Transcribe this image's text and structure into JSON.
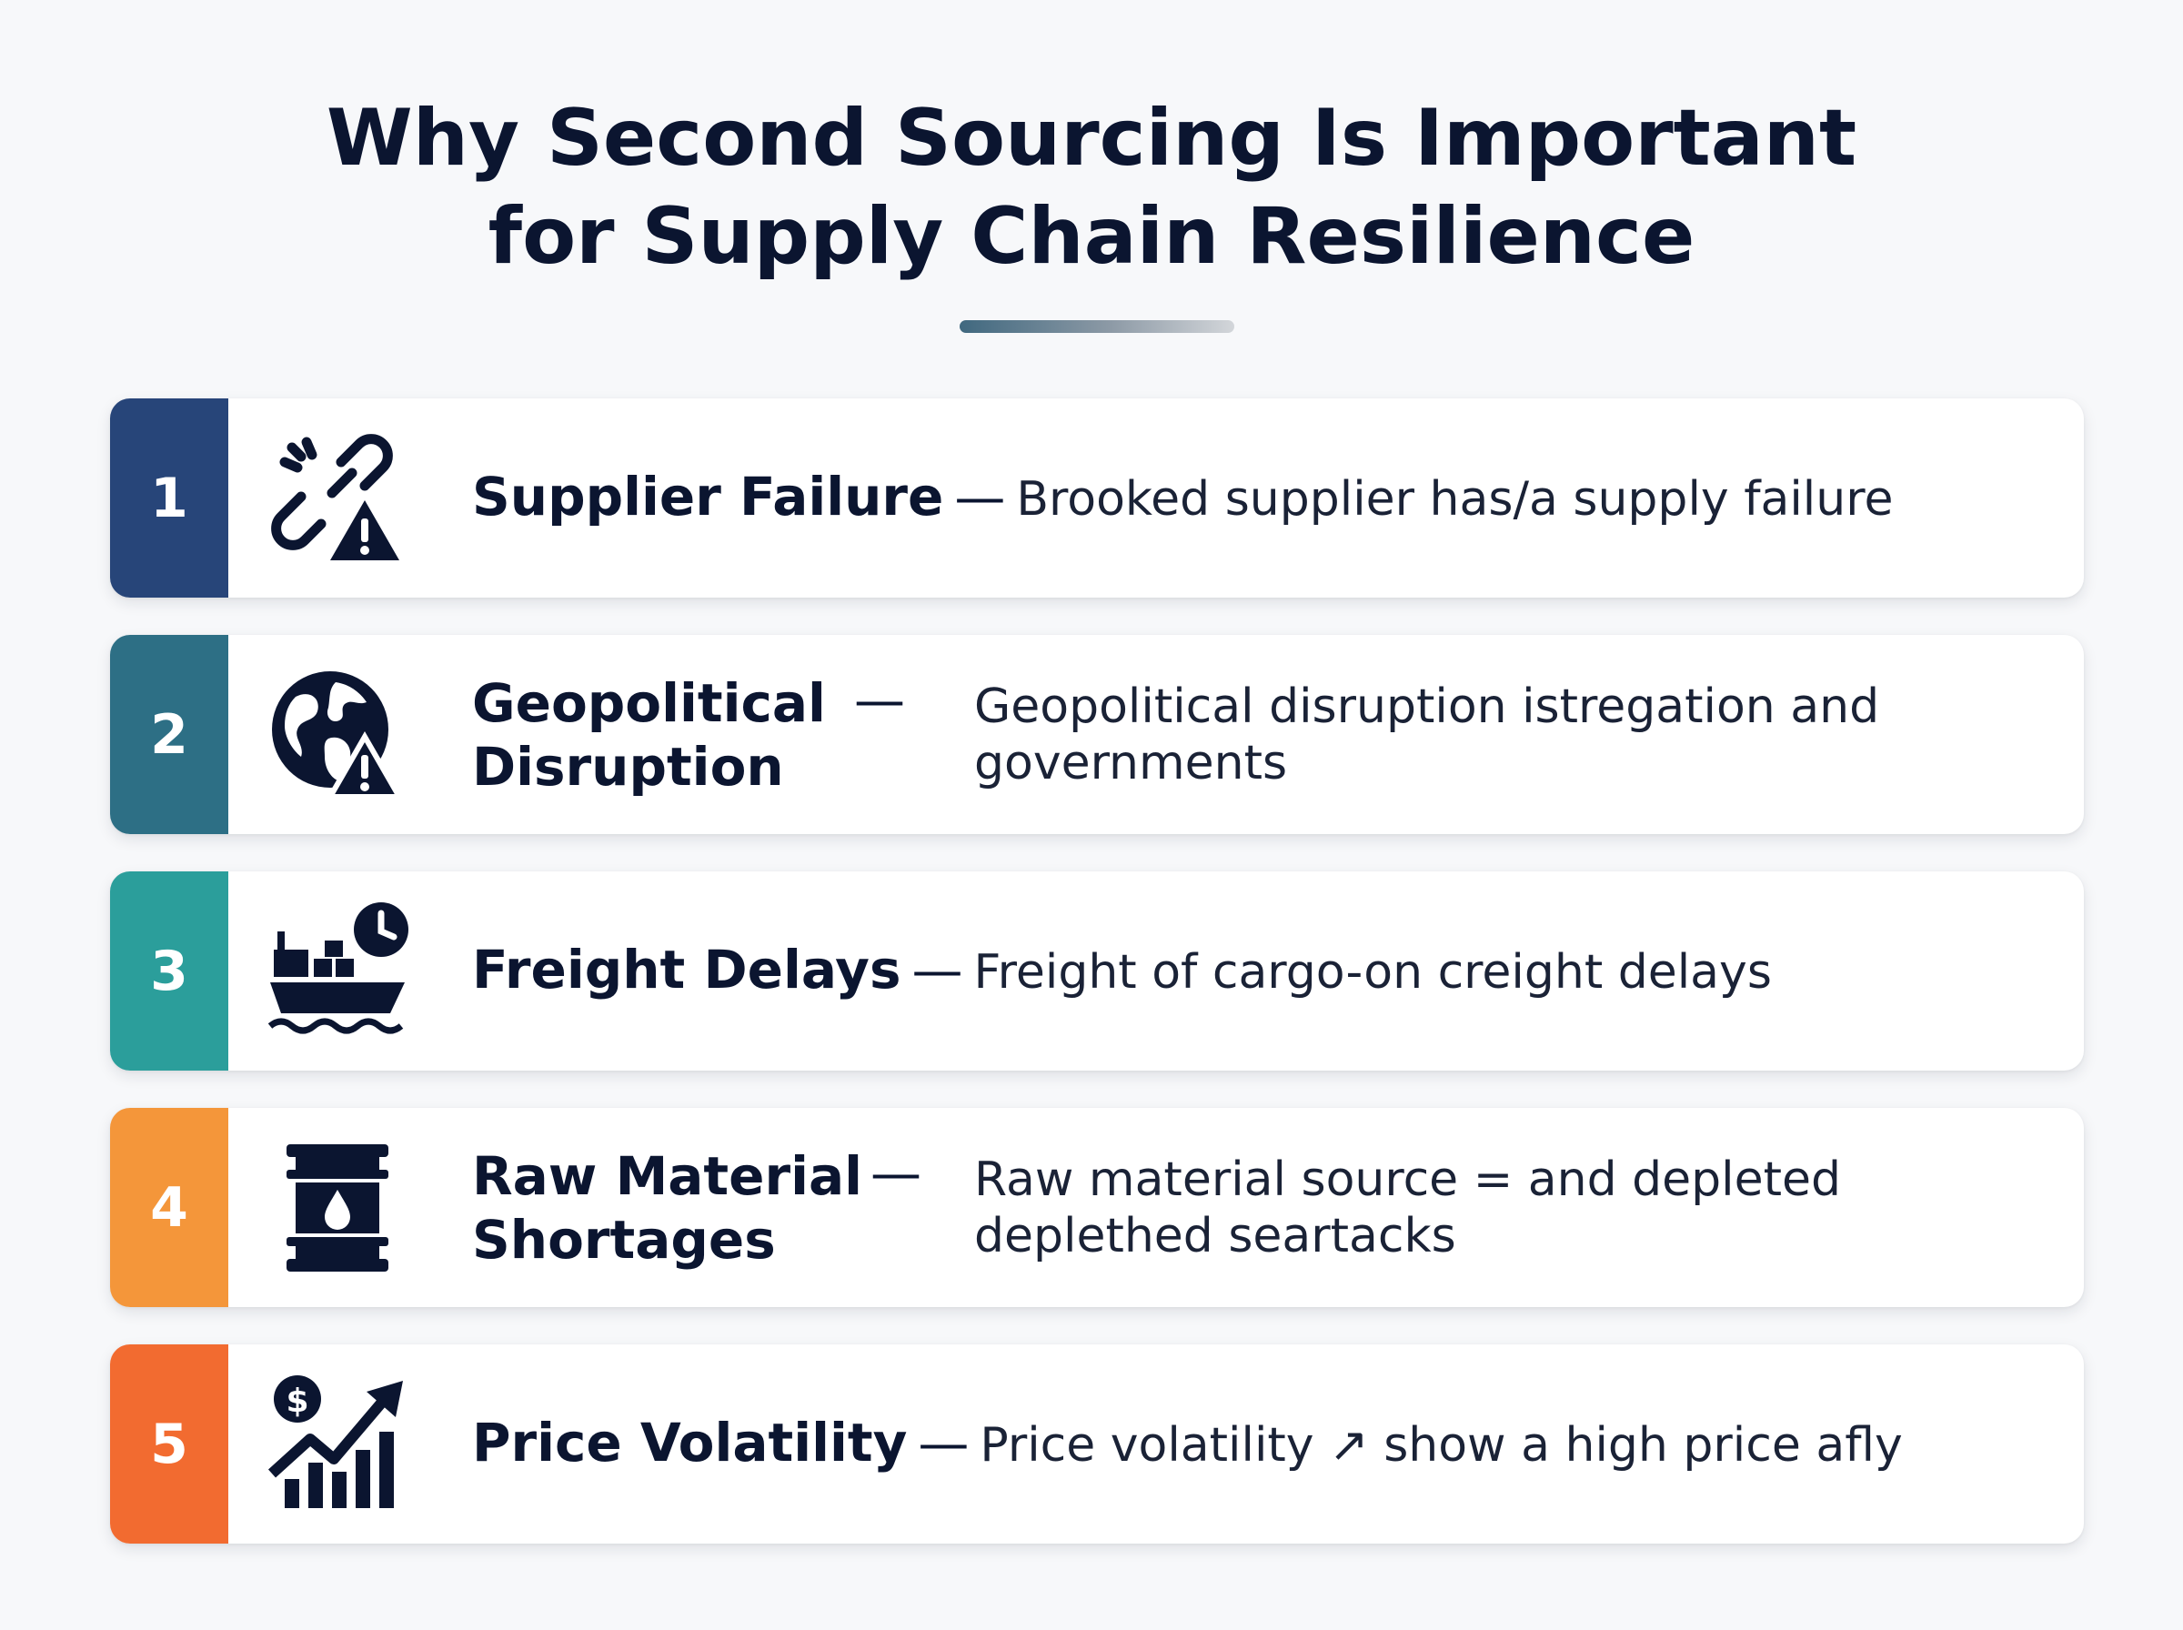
{
  "title": {
    "line1": "Why Second Sourcing Is Important",
    "line2": "for Supply Chain Resilience"
  },
  "items": [
    {
      "number": "1",
      "color": "#274579",
      "icon": "broken-link-warning-icon",
      "label": "Supplier Failure",
      "label_line1": "Supplier Failure",
      "label_line2": "",
      "separator": "—",
      "description": "Brooked supplier has/a supply failure",
      "description_line1": "Brooked supplier has/a supply failure",
      "description_line2": ""
    },
    {
      "number": "2",
      "color": "#2d6f85",
      "icon": "globe-warning-icon",
      "label": "Geopolitical Disruption",
      "label_line1": "Geopolitical",
      "label_line2": "Disruption",
      "separator": "—",
      "description": "Geopolitical disruption istregation and governments",
      "description_line1": "Geopolitical disruption istregation and",
      "description_line2": "governments"
    },
    {
      "number": "3",
      "color": "#2b9e9b",
      "icon": "cargo-ship-clock-icon",
      "label": "Freight Delays",
      "label_line1": "Freight Delays",
      "label_line2": "",
      "separator": "—",
      "description": "Freight of cargo-on creight delays",
      "description_line1": "Freight of cargo-on creight delays",
      "description_line2": ""
    },
    {
      "number": "4",
      "color": "#f4963a",
      "icon": "oil-barrel-icon",
      "label": "Raw Material Shortages",
      "label_line1": "Raw Material",
      "label_line2": "Shortages",
      "separator": "—",
      "description": "Raw material source = and depleted deplethed seartacks",
      "description_line1": "Raw material source = and depleted",
      "description_line2": "deplethed seartacks"
    },
    {
      "number": "5",
      "color": "#f26b30",
      "icon": "price-trend-up-icon",
      "label": "Price Volatility",
      "label_line1": "Price Volatility",
      "label_line2": "",
      "separator": "—",
      "description": "Price volatility ↗ show a high price afly",
      "description_line1": "Price volatility ↗ show a high price afly",
      "description_line2": ""
    }
  ]
}
